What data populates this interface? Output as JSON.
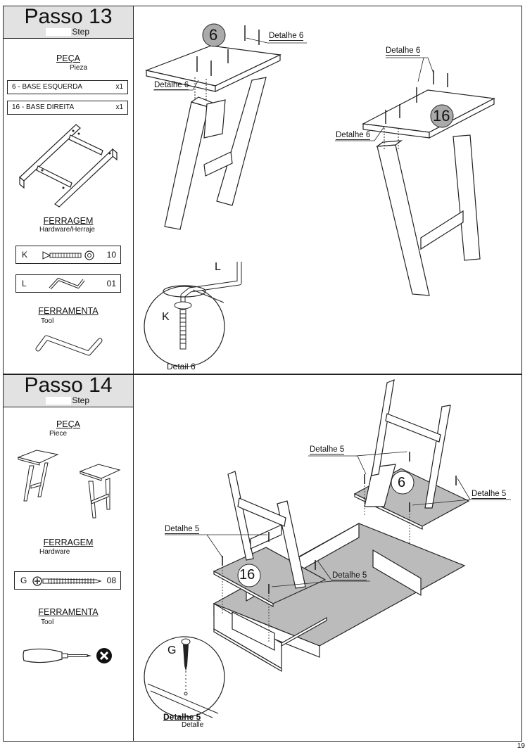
{
  "step13": {
    "title": "Passo 13",
    "subtitle": "Step",
    "parts_title": "PEÇA",
    "parts_subtitle": "Pieza",
    "parts": [
      {
        "name": "6 - BASE ESQUERDA",
        "qty": "x1"
      },
      {
        "name": "16 - BASE DIREITA",
        "qty": "x1"
      }
    ],
    "hardware_title": "FERRAGEM",
    "hardware_subtitle": "Hardware/Herraje",
    "hardware": [
      {
        "code": "K",
        "qty": "10"
      },
      {
        "code": "L",
        "qty": "01"
      }
    ],
    "tool_title": "FERRAMENTA",
    "tool_subtitle": "Tool",
    "callouts": {
      "left_top": "Detalhe 6",
      "left_side": "Detalhe 6",
      "right_top": "Detalhe 6",
      "right_side": "Detalhe 6",
      "badge_left": "6",
      "badge_right": "16",
      "letter_l": "L",
      "letter_k": "K",
      "detail": "Detail 6"
    }
  },
  "step14": {
    "title": "Passo 14",
    "subtitle": "Step",
    "parts_title": "PEÇA",
    "parts_subtitle": "Piece",
    "hardware_title": "FERRAGEM",
    "hardware_subtitle": "Hardware",
    "hardware": [
      {
        "code": "G",
        "qty": "08"
      }
    ],
    "tool_title": "FERRAMENTA",
    "tool_subtitle": "Tool",
    "callouts": {
      "top_mid": "Detalhe 5",
      "right": "Detalhe 5",
      "left": "Detalhe 5",
      "center": "Detalhe 5",
      "badge_left": "16",
      "badge_right": "6",
      "letter_g": "G",
      "detail_title": "Detalhe 5",
      "detail_sub": "Detalle"
    }
  },
  "page_number": "19"
}
